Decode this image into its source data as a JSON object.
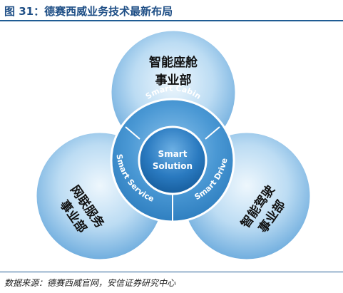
{
  "header": {
    "title": "图 31：德赛西威业务技术最新布局"
  },
  "diagram": {
    "outer_circles": [
      {
        "id": "cockpit",
        "line1": "智能座舱",
        "line2": "事业部"
      },
      {
        "id": "network",
        "line1": "网联服务",
        "line2": "事业部"
      },
      {
        "id": "driving",
        "line1": "智能驾驶",
        "line2": "事业部"
      }
    ],
    "ring_labels": {
      "cabin": "Smart Cabin",
      "service": "Smart Service",
      "drive": "Smart Drive"
    },
    "center": {
      "line1": "Smart",
      "line2": "Solution"
    }
  },
  "footer": {
    "source": "数据来源：德赛西威官网，安信证券研究中心"
  },
  "colors": {
    "title": "#1f4f86",
    "rule": "#1f5c94",
    "outer_light": "#e8f3fc",
    "outer_dark": "#7cb6e2",
    "ring": "#3f8fcd",
    "center": "#1f6fb2"
  }
}
